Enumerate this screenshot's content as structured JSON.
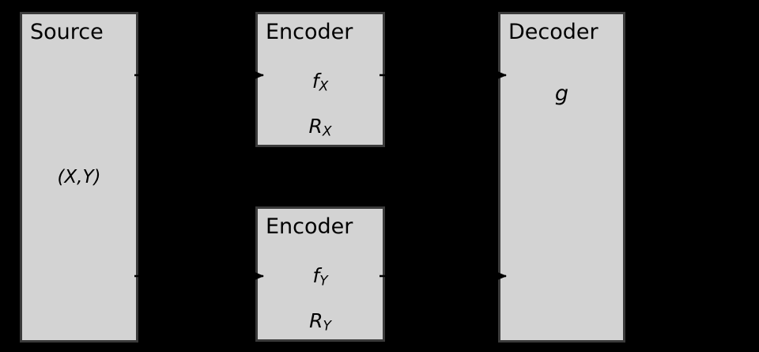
{
  "colors": {
    "background": "#000000",
    "box_fill": "#d3d3d3",
    "box_border": "#3a3a3a",
    "text": "#000000",
    "arrow": "#000000"
  },
  "boxes": {
    "source": {
      "title": "Source",
      "label": "(X,Y)"
    },
    "encoder_x": {
      "title": "Encoder",
      "func_main": "f",
      "func_sub": "X",
      "rate_main": "R",
      "rate_sub": "X"
    },
    "encoder_y": {
      "title": "Encoder",
      "func_main": "f",
      "func_sub": "Y",
      "rate_main": "R",
      "rate_sub": "Y"
    },
    "decoder": {
      "title": "Decoder",
      "label": "g"
    }
  }
}
